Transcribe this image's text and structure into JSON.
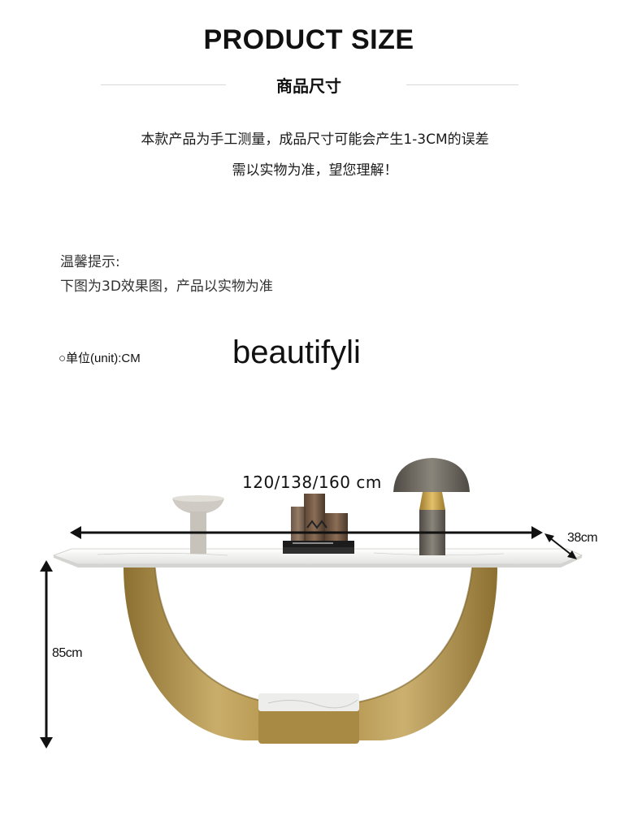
{
  "header": {
    "title": "PRODUCT SIZE",
    "subtitle": "商品尺寸"
  },
  "notice": {
    "line1": "本款产品为手工测量，成品尺寸可能会产生1-3CM的误差",
    "line2": "需以实物为准，望您理解！"
  },
  "tip": {
    "heading": "温馨提示:",
    "text": "下图为3D效果图，产品以实物为准"
  },
  "unit_label": "○单位(unit):CM",
  "brand": "beautifyli",
  "dimensions": {
    "width": "120/138/160 cm",
    "depth": "38cm",
    "height": "85cm"
  },
  "colors": {
    "gold": "#b89a55",
    "gold_dark": "#8c7032",
    "marble": "#f4f4f2",
    "lamp_gray": "#6e6a62",
    "lamp_brass": "#c9a14a"
  }
}
